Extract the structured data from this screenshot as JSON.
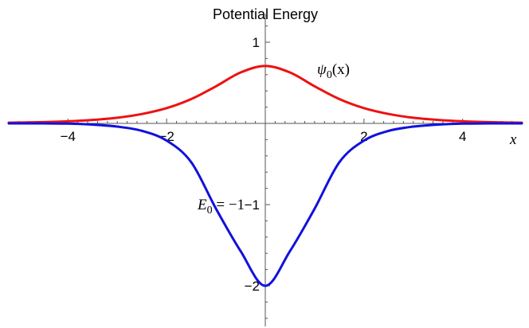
{
  "chart_data": {
    "type": "line",
    "title": "Potential Energy",
    "xlabel": "x",
    "ylabel": "",
    "xlim": [
      -5.2,
      5.2
    ],
    "ylim": [
      -2.5,
      1.35
    ],
    "x_ticks": [
      -4,
      -2,
      2,
      4
    ],
    "y_ticks": [
      -2,
      -1,
      1
    ],
    "x_tick_labels": [
      "−4",
      "−2",
      "2",
      "4"
    ],
    "y_tick_labels": [
      "−2",
      "−1",
      "1"
    ],
    "grid": false,
    "colors": {
      "psi": "#ee1111",
      "potential": "#1111dd",
      "axis": "#555555"
    },
    "series": [
      {
        "key": "psi",
        "x": [
          -5.2,
          -4.5,
          -4,
          -3.5,
          -3,
          -2.5,
          -2,
          -1.5,
          -1,
          -0.5,
          0,
          0.5,
          1,
          1.5,
          2,
          2.5,
          3,
          3.5,
          4,
          4.5,
          5.2
        ],
        "y": [
          0.008,
          0.016,
          0.026,
          0.043,
          0.07,
          0.116,
          0.188,
          0.3,
          0.457,
          0.627,
          0.707,
          0.627,
          0.457,
          0.3,
          0.188,
          0.116,
          0.07,
          0.043,
          0.026,
          0.016,
          0.008
        ]
      },
      {
        "key": "potential",
        "x": [
          -5.2,
          -4.5,
          -4,
          -3.5,
          -3,
          -2.5,
          -2,
          -1.5,
          -1,
          -0.5,
          0,
          0.5,
          1,
          1.5,
          2,
          2.5,
          3,
          3.5,
          4,
          4.5,
          5.2
        ],
        "y": [
          -0.0001,
          -0.0005,
          -0.0027,
          -0.0146,
          -0.0396,
          -0.092,
          -0.212,
          -0.479,
          -1.05,
          -1.573,
          -2.0,
          -1.573,
          -1.05,
          -0.479,
          -0.212,
          -0.092,
          -0.0396,
          -0.0146,
          -0.0027,
          -0.0005,
          -0.0001
        ]
      }
    ],
    "annotations": [
      {
        "key": "psi_label",
        "text": "ψ",
        "sub": "0",
        "tail": "(x)"
      },
      {
        "key": "energy_label",
        "text": "E",
        "sub": "0",
        "tail": " = −1"
      }
    ]
  }
}
